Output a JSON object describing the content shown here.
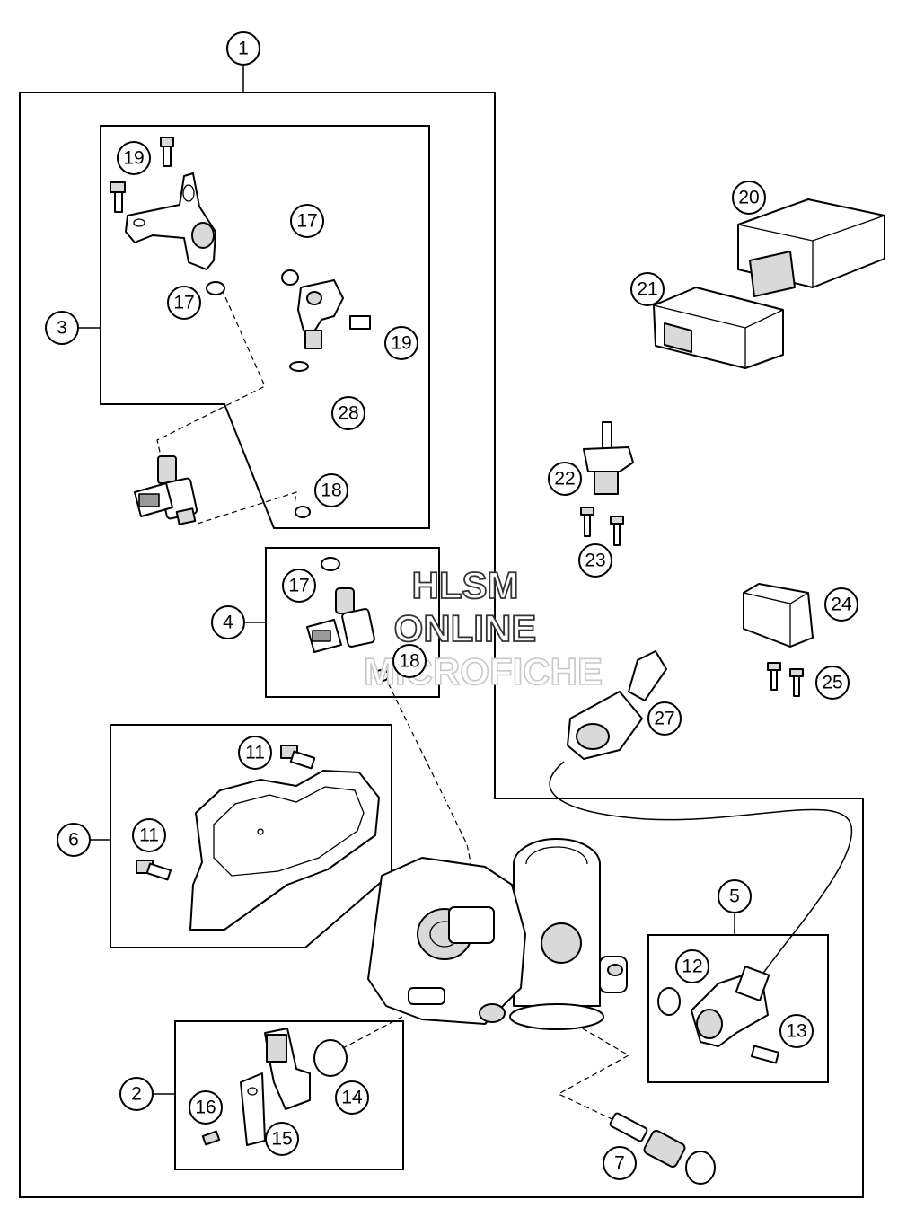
{
  "watermark": {
    "line1": "HLSM",
    "line2": "ONLINE",
    "line3": "MICROFICHE"
  },
  "callouts": [
    {
      "id": "c1",
      "label": "1"
    },
    {
      "id": "c2",
      "label": "2"
    },
    {
      "id": "c3",
      "label": "3"
    },
    {
      "id": "c4",
      "label": "4"
    },
    {
      "id": "c5",
      "label": "5"
    },
    {
      "id": "c6",
      "label": "6"
    },
    {
      "id": "c7",
      "label": "7"
    },
    {
      "id": "c11a",
      "label": "11"
    },
    {
      "id": "c11b",
      "label": "11"
    },
    {
      "id": "c12",
      "label": "12"
    },
    {
      "id": "c13",
      "label": "13"
    },
    {
      "id": "c14",
      "label": "14"
    },
    {
      "id": "c15",
      "label": "15"
    },
    {
      "id": "c16",
      "label": "16"
    },
    {
      "id": "c17a",
      "label": "17"
    },
    {
      "id": "c17b",
      "label": "17"
    },
    {
      "id": "c17c",
      "label": "17"
    },
    {
      "id": "c18a",
      "label": "18"
    },
    {
      "id": "c18b",
      "label": "18"
    },
    {
      "id": "c19a",
      "label": "19"
    },
    {
      "id": "c19b",
      "label": "19"
    },
    {
      "id": "c20",
      "label": "20"
    },
    {
      "id": "c21",
      "label": "21"
    },
    {
      "id": "c22",
      "label": "22"
    },
    {
      "id": "c23",
      "label": "23"
    },
    {
      "id": "c24",
      "label": "24"
    },
    {
      "id": "c25",
      "label": "25"
    },
    {
      "id": "c27",
      "label": "27"
    },
    {
      "id": "c28",
      "label": "28"
    }
  ]
}
